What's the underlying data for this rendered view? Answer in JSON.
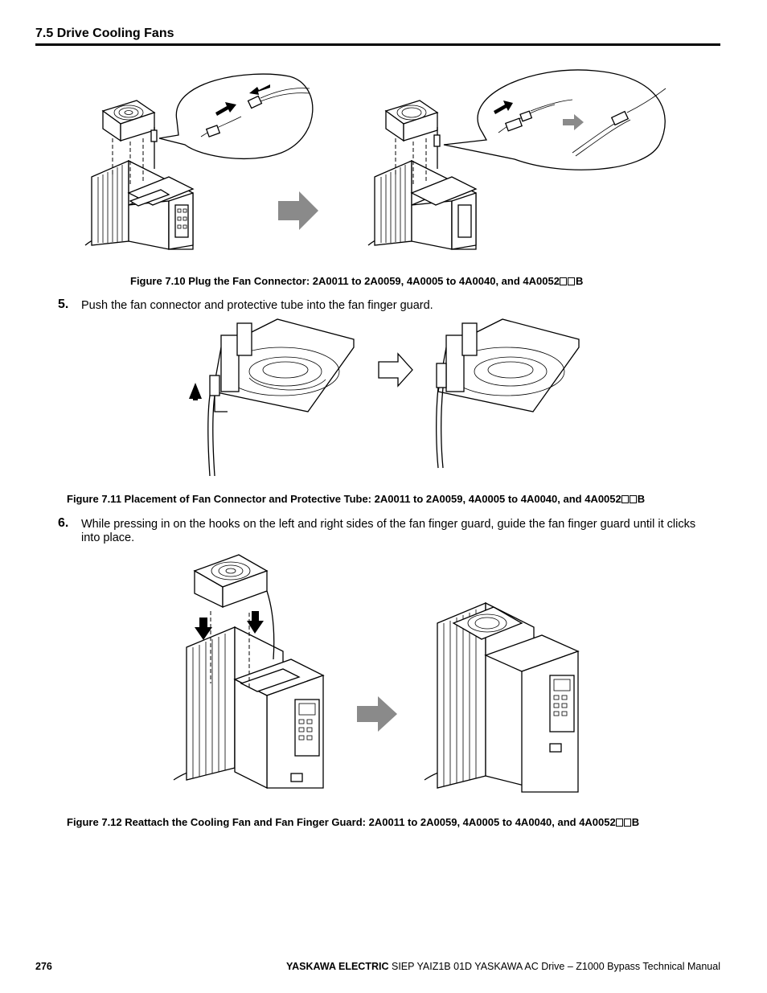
{
  "header": {
    "section_title": "7.5 Drive Cooling Fans"
  },
  "figures": {
    "fig710": {
      "caption_main": "Figure 7.10  Plug the Fan Connector: 2A0011 to 2A0059, 4A0005 to 4A0040, and 4A0052",
      "caption_suffix": "B"
    },
    "fig711": {
      "caption_main": "Figure 7.11  Placement of Fan Connector and Protective Tube: 2A0011 to 2A0059, 4A0005 to 4A0040, and 4A0052",
      "caption_suffix": "B"
    },
    "fig712": {
      "caption_main": "Figure 7.12  Reattach the Cooling Fan and Fan Finger Guard: 2A0011 to 2A0059, 4A0005 to 4A0040, and 4A0052",
      "caption_suffix": "B"
    }
  },
  "steps": [
    {
      "number": "5.",
      "text": "Push the fan connector and protective tube into the fan finger guard."
    },
    {
      "number": "6.",
      "text": "While pressing in on the hooks on the left and right sides of the fan finger guard, guide the fan finger guard until it clicks into place."
    }
  ],
  "footer": {
    "page_number": "276",
    "brand": "YASKAWA ELECTRIC",
    "doc_title": " SIEP YAIZ1B 01D YASKAWA AC Drive – Z1000 Bypass Technical Manual"
  }
}
